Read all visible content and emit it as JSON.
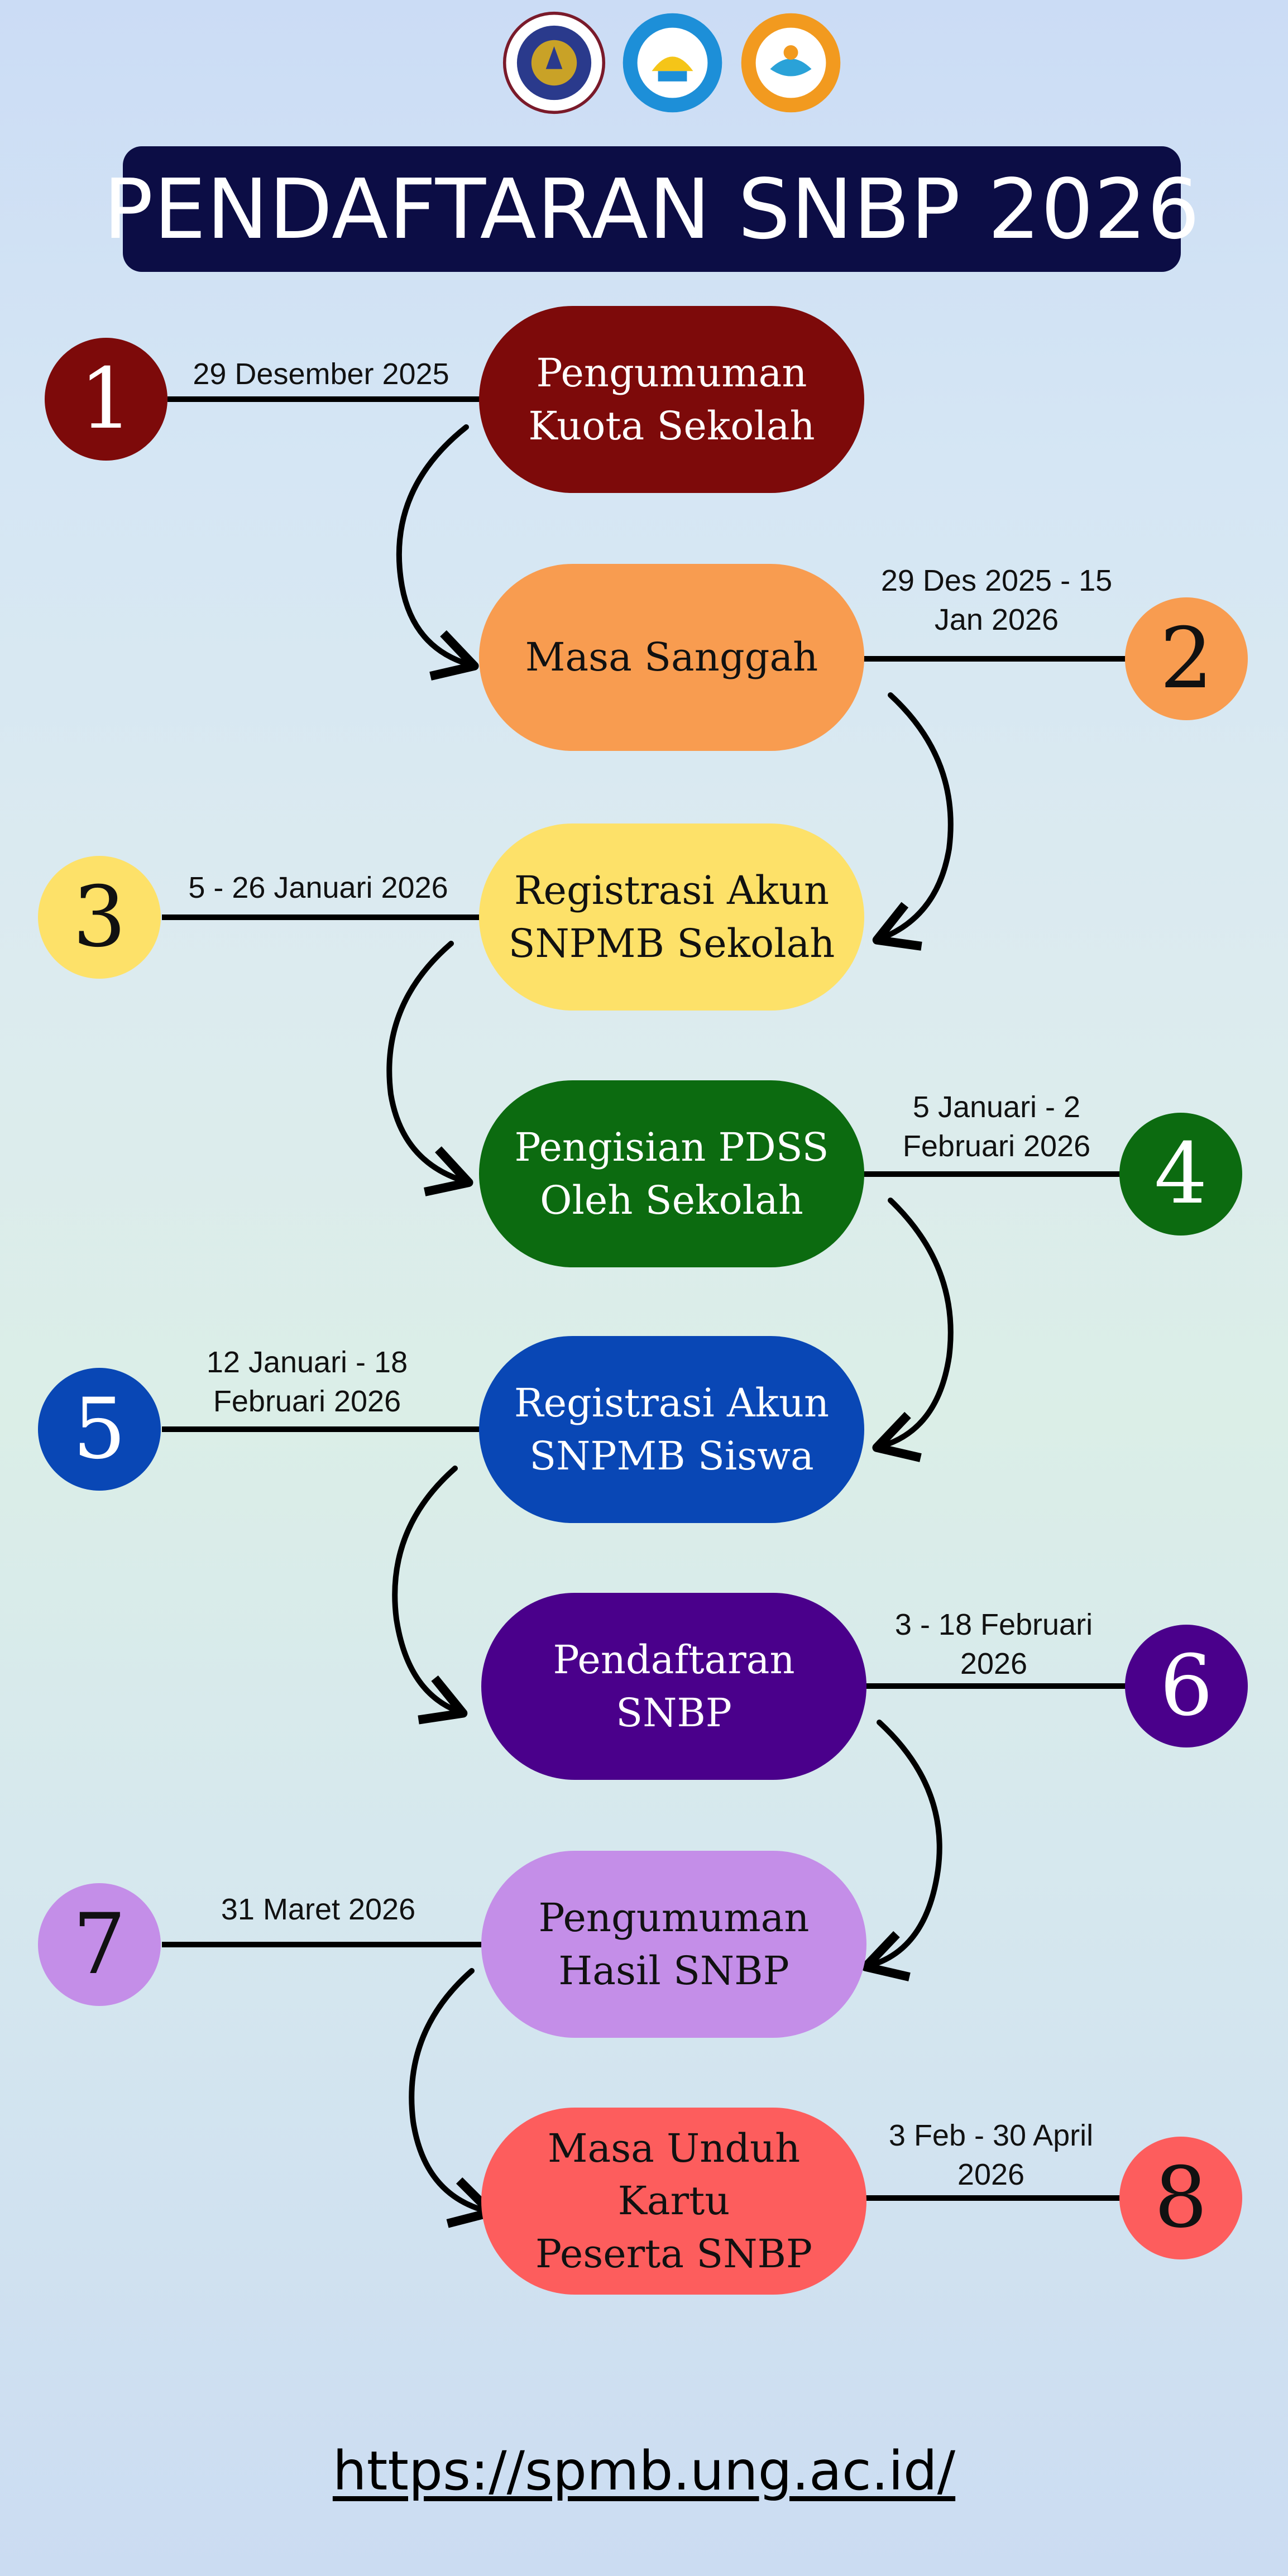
{
  "title": "PENDAFTARAN SNBP 2026",
  "logos": [
    {
      "name": "ung-seal-logo",
      "color": "#2a3a8c",
      "accent": "#c9a227"
    },
    {
      "name": "tut-wuri-handayani-logo",
      "color": "#1d8fd8",
      "accent": "#f5c518"
    },
    {
      "name": "diktisaintek-berdampak-logo",
      "color": "#f29a1f",
      "accent": "#2aa2d8"
    }
  ],
  "steps": [
    {
      "number": "1",
      "label": "Pengumuman\nKuota Sekolah",
      "date": "29 Desember 2025",
      "color": "#7d0a0a",
      "text_color": "#ffffff"
    },
    {
      "number": "2",
      "label": "Masa Sanggah",
      "date": "29 Des 2025 - 15\nJan 2026",
      "color": "#f89c50",
      "text_color": "#111111"
    },
    {
      "number": "3",
      "label": "Registrasi Akun\nSNPMB Sekolah",
      "date": "5 - 26 Januari 2026",
      "color": "#fde169",
      "text_color": "#111111"
    },
    {
      "number": "4",
      "label": "Pengisian PDSS\nOleh Sekolah",
      "date": "5 Januari - 2\nFebruari 2026",
      "color": "#0c6b10",
      "text_color": "#ffffff"
    },
    {
      "number": "5",
      "label": "Registrasi Akun\nSNPMB Siswa",
      "date": "12 Januari -  18\nFebruari 2026",
      "color": "#0947b5",
      "text_color": "#ffffff"
    },
    {
      "number": "6",
      "label": "Pendaftaran\nSNBP",
      "date": "3 - 18 Februari\n2026",
      "color": "#4a008b",
      "text_color": "#ffffff"
    },
    {
      "number": "7",
      "label": "Pengumuman\nHasil SNBP",
      "date": "31 Maret 2026",
      "color": "#c48ee8",
      "text_color": "#111111"
    },
    {
      "number": "8",
      "label": "Masa Unduh Kartu\nPeserta SNBP",
      "date": "3 Feb - 30 April\n2026",
      "color": "#fd5d5d",
      "text_color": "#111111"
    }
  ],
  "footer": {
    "link": "https://spmb.ung.ac.id/"
  }
}
